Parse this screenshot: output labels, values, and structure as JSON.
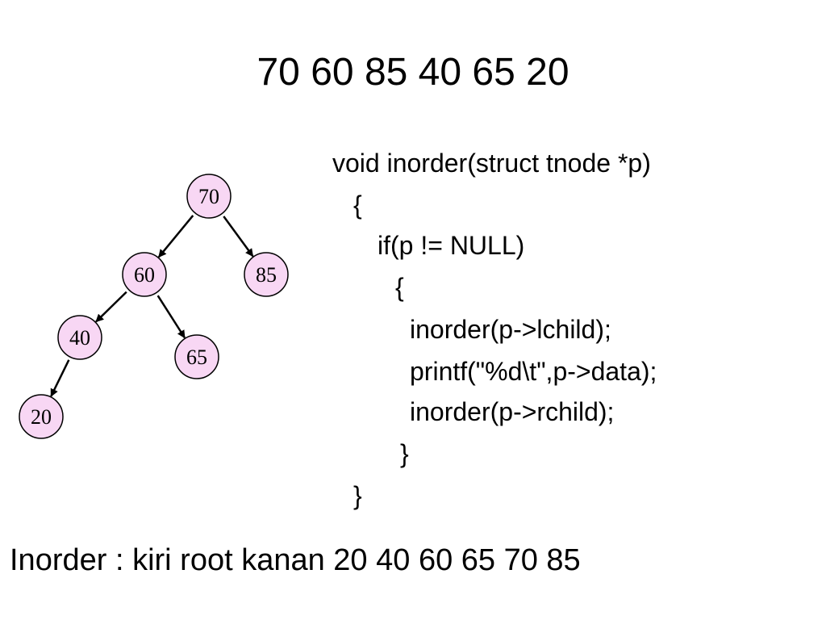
{
  "title": "70 60 85 40 65 20",
  "tree": {
    "node_fill": "#f8d7f4",
    "node_stroke": "#000000",
    "nodes": [
      {
        "id": "70",
        "label": "70"
      },
      {
        "id": "60",
        "label": "60"
      },
      {
        "id": "85",
        "label": "85"
      },
      {
        "id": "40",
        "label": "40"
      },
      {
        "id": "65",
        "label": "65"
      },
      {
        "id": "20",
        "label": "20"
      }
    ],
    "edges": [
      {
        "from": "70",
        "to": "60"
      },
      {
        "from": "70",
        "to": "85"
      },
      {
        "from": "60",
        "to": "40"
      },
      {
        "from": "60",
        "to": "65"
      },
      {
        "from": "40",
        "to": "20"
      }
    ]
  },
  "code": {
    "lines": [
      "void inorder(struct tnode *p)",
      "{",
      "if(p != NULL)",
      "{",
      "inorder(p->lchild);",
      "printf(\"%d\\t\",p->data);",
      "inorder(p->rchild);",
      "}",
      "}"
    ]
  },
  "footer": "Inorder : kiri root kanan 20 40 60 65 70 85"
}
